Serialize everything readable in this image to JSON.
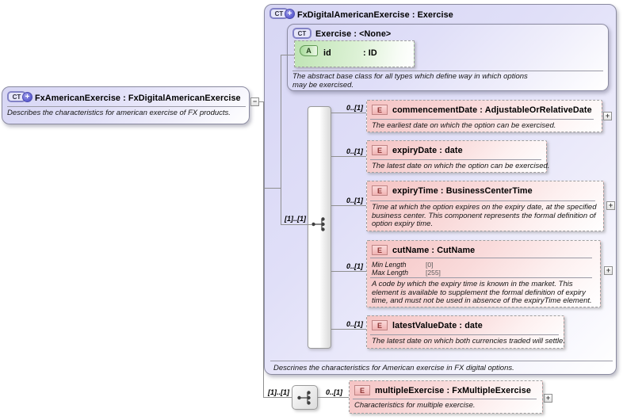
{
  "icons": {
    "ct": "CT",
    "plus": "+",
    "minus": "−",
    "attribute": "A",
    "element": "E"
  },
  "colors": {
    "panel_lavender": "#dedcf7",
    "element_pink": "#f6c9c9",
    "attribute_green": "#bfe4b4",
    "connector_gray": "#8f8f8f",
    "ct_icon_blue": "#6a6ad2",
    "e_icon_red": "#8d3535"
  },
  "source": {
    "title": "FxAmericanExercise : FxDigitalAmericanExercise",
    "doc": "Describes the characteristics for american exercise of FX products."
  },
  "base": {
    "title": "FxDigitalAmericanExercise : Exercise",
    "doc_footer": "Descrines the characteristics for American exercise in FX digital options.",
    "sequence_label": "[1]..[1]",
    "parent": {
      "title": "Exercise : <None>",
      "doc": "The abstract base class for all types which define way in which options may be exercised.",
      "attribute": {
        "name": "id",
        "type": ": ID"
      }
    },
    "elements": [
      {
        "cardinality": "0..[1]",
        "title": "commencementDate : AdjustableOrRelativeDate",
        "doc": "The earliest date on which the option can be exercised."
      },
      {
        "cardinality": "0..[1]",
        "title": "expiryDate : date",
        "doc": "The latest date on which the option can be exercised."
      },
      {
        "cardinality": "0..[1]",
        "title": "expiryTime : BusinessCenterTime",
        "doc": "Time at which the option expires on the expiry date, at the specified business center. This component represents the formal definition of option expiry time."
      },
      {
        "cardinality": "0..[1]",
        "title": "cutName : CutName",
        "facets": [
          {
            "name": "Min Length",
            "value": "[0]"
          },
          {
            "name": "Max Length",
            "value": "[255]"
          }
        ],
        "doc": "A code by which the expiry time is known in the market. This element is available to supplement the formal definition of expiry time, and must not be used in absence of the expiryTime element."
      },
      {
        "cardinality": "0..[1]",
        "title": "latestValueDate : date",
        "doc": "The latest date on which both currencies traded will settle."
      }
    ]
  },
  "extension": {
    "sequence_label": "[1]..[1]",
    "cardinality": "0..[1]",
    "element": {
      "title": "multipleExercise : FxMultipleExercise",
      "doc": "Characteristics for multiple exercise."
    }
  }
}
